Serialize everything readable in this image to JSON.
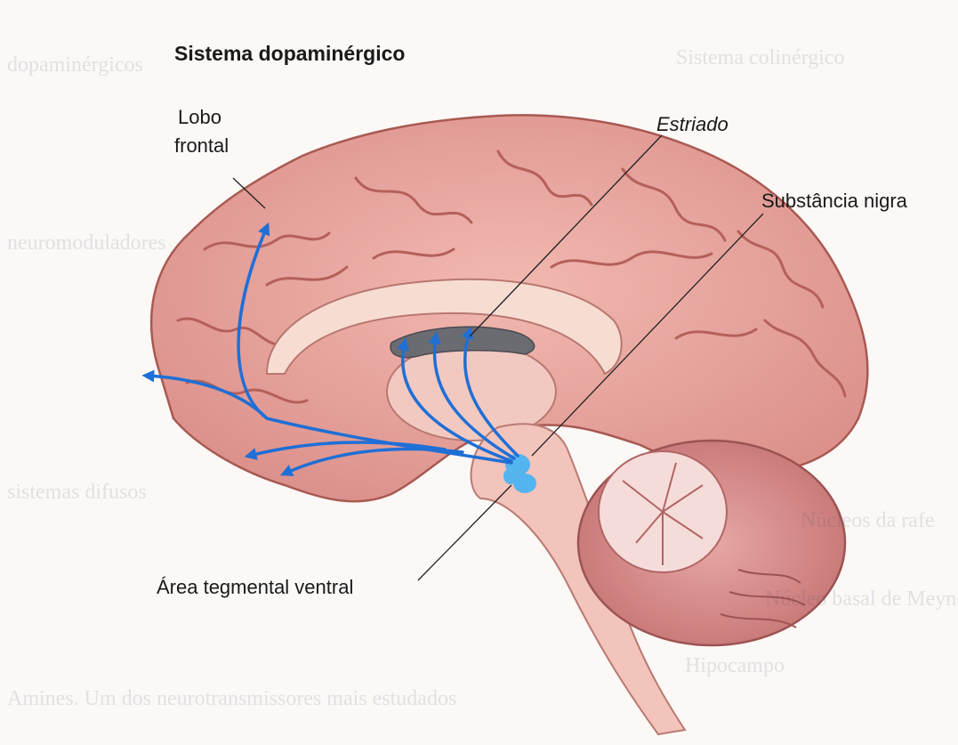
{
  "diagram": {
    "title": "Sistema dopaminérgico",
    "labels": {
      "lobo_line1": "Lobo",
      "lobo_line2": "frontal",
      "estriado": "Estriado",
      "substancia_nigra": "Substância nigra",
      "area_tegmental_ventral": "Área tegmental ventral"
    },
    "colors": {
      "cortex": "#e9a6a0",
      "cortex_dark": "#b8645f",
      "white_matter": "#f7d9cf",
      "brainstem": "#f2c4bb",
      "cerebellum": "#d98f8f",
      "pathway": "#1f6fd6",
      "nucleus": "#54b4f0",
      "striatum": "#6b6b72"
    },
    "icons": [
      "arrow-icon"
    ]
  },
  "background_bleed": {
    "right_column": [
      "Sistema colinérgico",
      "Núcleos da rafe",
      "Núcleo basal de Meynert",
      "Hipocampo"
    ],
    "left_column": [
      "dopaminérgicos",
      "neuromoduladores",
      "sistemas difusos"
    ],
    "bottom_line": "Amines. Um dos neurotransmissores mais estudados"
  }
}
